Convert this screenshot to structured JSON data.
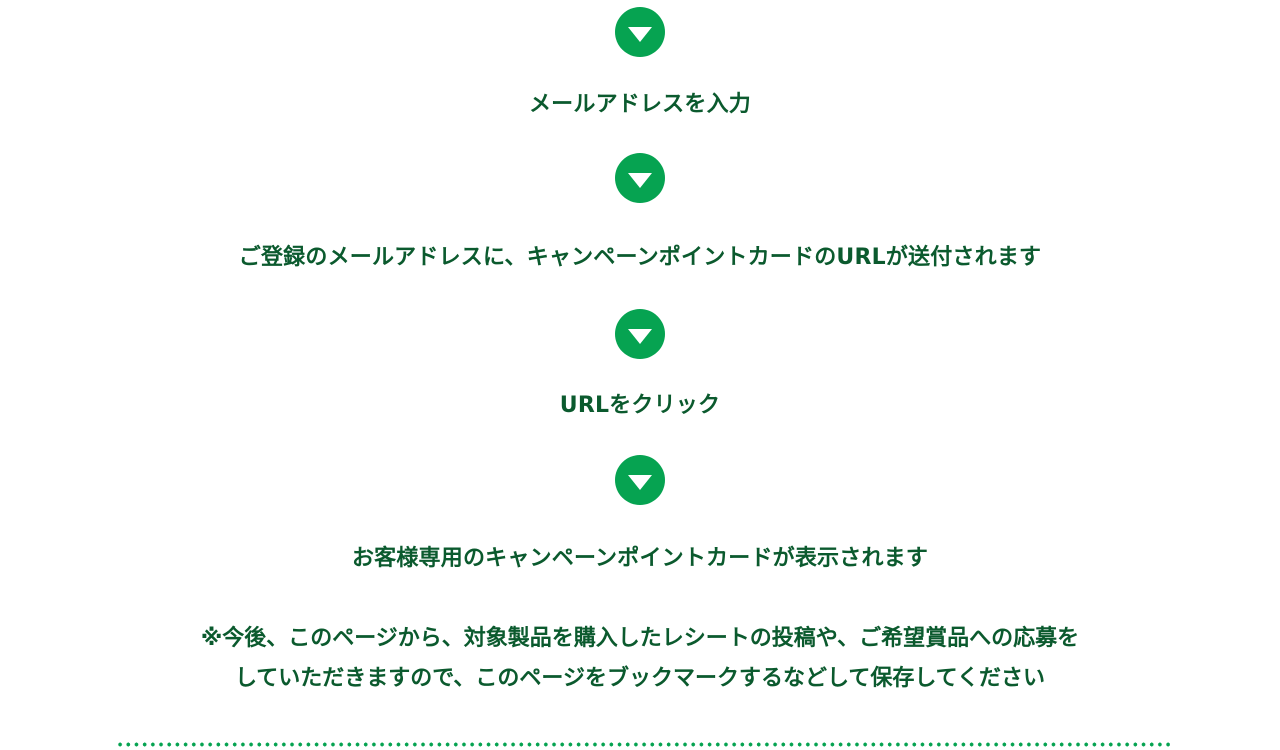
{
  "steps": [
    {
      "label": "メールアドレスを入力"
    },
    {
      "label": "ご登録のメールアドレスに、キャンペーンポイントカードのURLが送付されます"
    },
    {
      "label": "URLをクリック"
    },
    {
      "label": "お客様専用のキャンペーンポイントカードが表示されます"
    }
  ],
  "note": {
    "line1": "※今後、このページから、対象製品を購入したレシートの投稿や、ご希望賞品への応募を",
    "line2": "していただきますので、このページをブックマークするなどして保存してください"
  },
  "icons": {
    "step_arrow": "down-triangle-icon"
  },
  "colors": {
    "accent": "#06a351",
    "text": "#0b5a2e",
    "background": "#ffffff"
  }
}
